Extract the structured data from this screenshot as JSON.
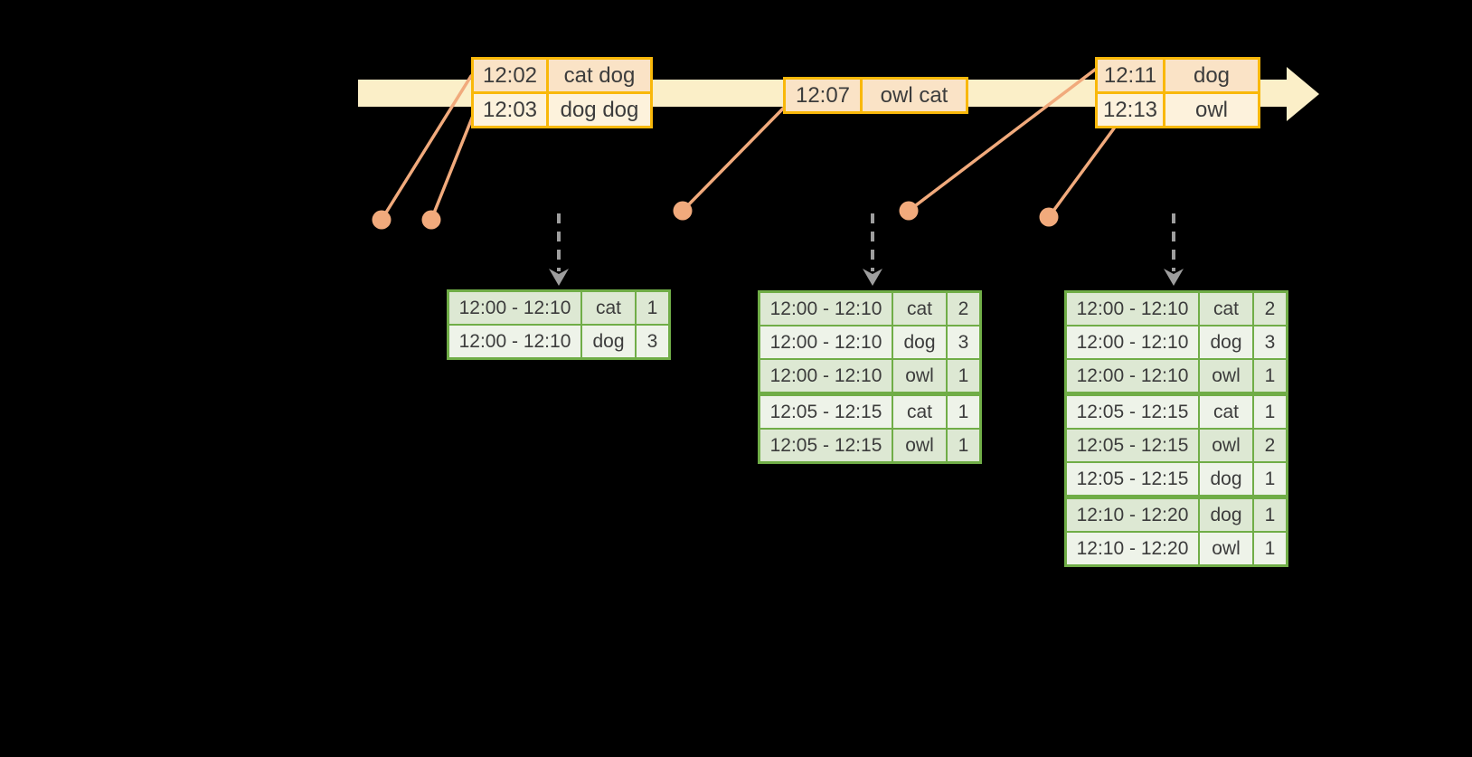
{
  "diagram": {
    "title": "windowed-word-count-stream-diagram",
    "colors": {
      "background": "#000000",
      "timeline_band": "#fbefc8",
      "event_border": "#f9b80a",
      "event_row_a": "#fae3c6",
      "event_row_b": "#fdf2dc",
      "connector": "#f1aa7c",
      "flow_arrow": "#9e9e9e",
      "result_border": "#70ad47",
      "result_row_a": "#dde8d3",
      "result_row_b": "#eef3e9",
      "text": "#3c3c3c"
    },
    "event_stream_tables": [
      {
        "rows": [
          {
            "time": "12:02",
            "words": "cat dog"
          },
          {
            "time": "12:03",
            "words": "dog dog"
          }
        ]
      },
      {
        "rows": [
          {
            "time": "12:07",
            "words": "owl cat"
          }
        ]
      },
      {
        "rows": [
          {
            "time": "12:11",
            "words": "dog"
          },
          {
            "time": "12:13",
            "words": "owl"
          }
        ]
      }
    ],
    "result_tables": [
      {
        "rows": [
          {
            "window": "12:00 - 12:10",
            "word": "cat",
            "count": "1"
          },
          {
            "window": "12:00 - 12:10",
            "word": "dog",
            "count": "3"
          }
        ]
      },
      {
        "rows": [
          {
            "window": "12:00 - 12:10",
            "word": "cat",
            "count": "2"
          },
          {
            "window": "12:00 - 12:10",
            "word": "dog",
            "count": "3"
          },
          {
            "window": "12:00 - 12:10",
            "word": "owl",
            "count": "1"
          },
          {
            "window": "12:05 - 12:15",
            "word": "cat",
            "count": "1"
          },
          {
            "window": "12:05 - 12:15",
            "word": "owl",
            "count": "1"
          }
        ]
      },
      {
        "rows": [
          {
            "window": "12:00 - 12:10",
            "word": "cat",
            "count": "2"
          },
          {
            "window": "12:00 - 12:10",
            "word": "dog",
            "count": "3"
          },
          {
            "window": "12:00 - 12:10",
            "word": "owl",
            "count": "1"
          },
          {
            "window": "12:05 - 12:15",
            "word": "cat",
            "count": "1"
          },
          {
            "window": "12:05 - 12:15",
            "word": "owl",
            "count": "2"
          },
          {
            "window": "12:05 - 12:15",
            "word": "dog",
            "count": "1"
          },
          {
            "window": "12:10 - 12:20",
            "word": "dog",
            "count": "1"
          },
          {
            "window": "12:10 - 12:20",
            "word": "owl",
            "count": "1"
          }
        ]
      }
    ]
  }
}
